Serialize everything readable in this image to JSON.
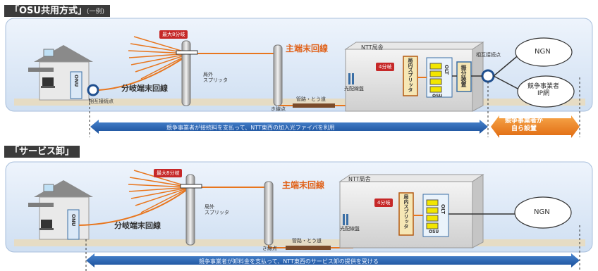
{
  "section1": {
    "title": "「OSU共用方式」",
    "title_note": "(一例)",
    "max_label": "最大8分岐",
    "branch_line": "分岐端末回線",
    "main_line": "主端末回線",
    "outdoor_splitter": "局外\nスプリッタ",
    "ntt_office": "NTT局舎",
    "four_branch": "4分岐",
    "indoor_splitter": "局内スプリッタ",
    "osu": "OSU",
    "olt": "OLT",
    "distribution_device": "振分装置",
    "interconnect_point_top": "相互接続点",
    "interconnect_point_bottom": "相互接続点",
    "ngn": "NGN",
    "competitor_ip": "競争事業者\nIP網",
    "conduit": "管路・とう道",
    "optical_frame": "光配線盤",
    "pole_point": "き線点",
    "onu": "ONU",
    "arrow_text": "競争事業者が接続料を支払って、NTT東西の加入光ファイバを利用",
    "orange_arrow_text": "競争事業者が\n自ら設置"
  },
  "section2": {
    "title": "「サービス卸」",
    "max_label": "最大8分岐",
    "branch_line": "分岐端末回線",
    "main_line": "主端末回線",
    "outdoor_splitter": "局外\nスプリッタ",
    "ntt_office": "NTT局舎",
    "four_branch": "4分岐",
    "indoor_splitter": "局内スプリッタ",
    "osu": "OSU",
    "olt": "OLT",
    "ngn": "NGN",
    "conduit": "管路・とう道",
    "optical_frame": "光配線盤",
    "pole_point": "き線点",
    "onu": "ONU",
    "arrow_text": "競争事業者が卸料金を支払って、NTT東西のサービス卸の提供を受ける"
  },
  "colors": {
    "fiber": "#e8761e",
    "panel": "#d9e6f6",
    "arrow_blue": "#1f5fb0",
    "badge_red": "#c62828",
    "osu_yellow": "#f3e600"
  }
}
